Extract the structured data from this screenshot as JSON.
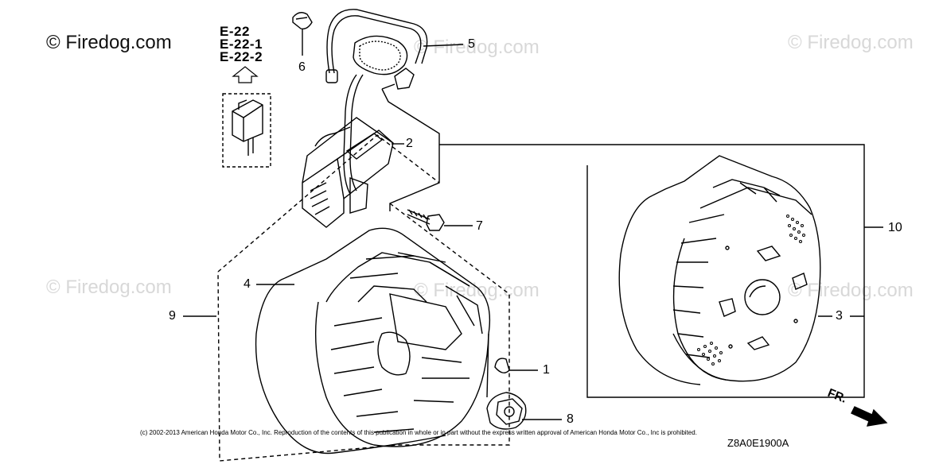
{
  "watermark": {
    "main": "© Firedog.com",
    "faint": "© Firedog.com"
  },
  "reference_codes": [
    "E-22",
    "E-22-1",
    "E-22-2"
  ],
  "callouts": [
    "1",
    "2",
    "3",
    "4",
    "5",
    "6",
    "7",
    "8",
    "9",
    "10"
  ],
  "direction_label": "FR.",
  "copyright": "(c) 2002-2013 American Honda Motor Co., Inc. Reproduction of the contents of this publication in whole or in part without the express written approval of American Honda Motor Co., Inc is prohibited.",
  "part_code": "Z8A0E1900A",
  "colors": {
    "line": "#000000",
    "watermark": "#d8d8d8",
    "background": "#ffffff"
  }
}
